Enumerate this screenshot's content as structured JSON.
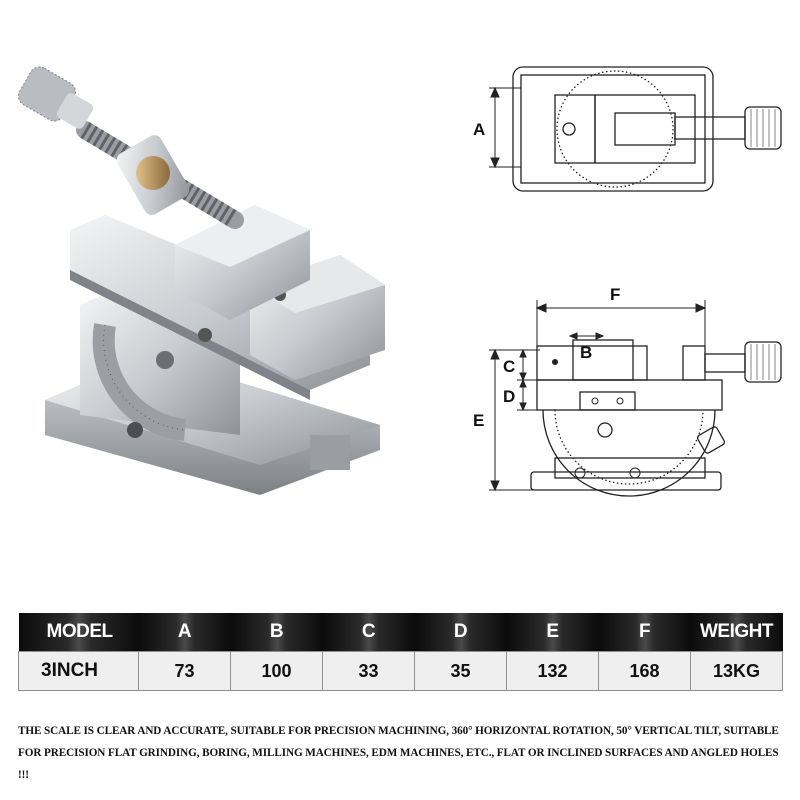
{
  "drawing_labels": {
    "a": "A",
    "b": "B",
    "c": "C",
    "d": "D",
    "e": "E",
    "f": "F"
  },
  "spec_table": {
    "headers": [
      "MODEL",
      "A",
      "B",
      "C",
      "D",
      "E",
      "F",
      "WEIGHT"
    ],
    "rows": [
      [
        "3INCH",
        "73",
        "100",
        "33",
        "35",
        "132",
        "168",
        "13KG"
      ]
    ]
  },
  "caption": "THE SCALE IS CLEAR AND ACCURATE, SUITABLE FOR PRECISION MACHINING, 360° HORIZONTAL ROTATION, 50° VERTICAL TILT, SUITABLE FOR PRECISION FLAT GRINDING, BORING, MILLING MACHINES, EDM MACHINES, ETC., FLAT OR INCLINED SURFACES AND ANGLED HOLES !!!",
  "colors": {
    "header_dark": "#0b0b0b",
    "cell_bg": "#efefef",
    "brass": "#b08a55"
  }
}
